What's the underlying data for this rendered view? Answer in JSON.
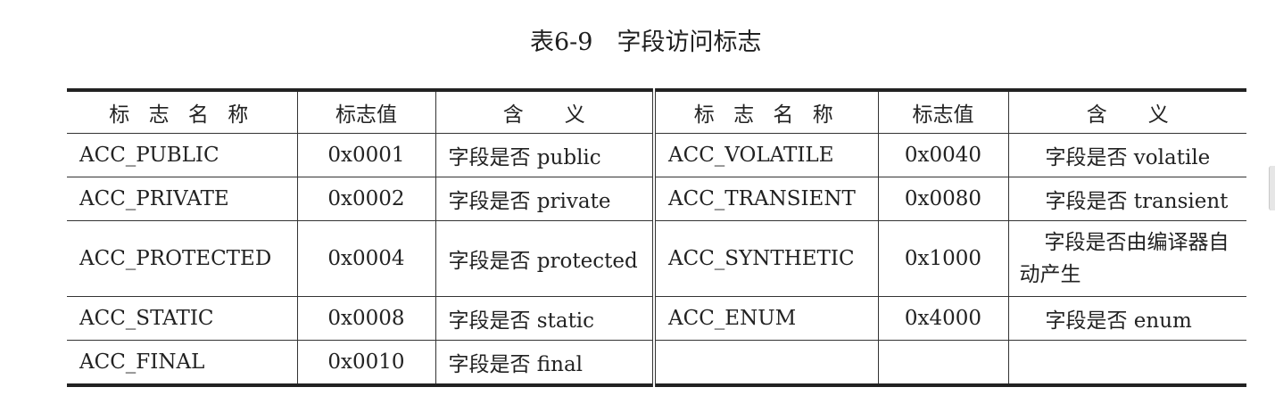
{
  "caption": "表6-9　字段访问标志",
  "columns": {
    "name": "标 志 名 称",
    "value": "标志值",
    "meaning": "含　　义"
  },
  "rows": [
    {
      "left": {
        "name": "ACC_PUBLIC",
        "value": "0x0001",
        "meaning": "字段是否 public"
      },
      "right": {
        "name": "ACC_VOLATILE",
        "value": "0x0040",
        "meaning": "字段是否 volatile"
      }
    },
    {
      "left": {
        "name": "ACC_PRIVATE",
        "value": "0x0002",
        "meaning": "字段是否 private"
      },
      "right": {
        "name": "ACC_TRANSIENT",
        "value": "0x0080",
        "meaning": "字段是否 transient"
      }
    },
    {
      "left": {
        "name": "ACC_PROTECTED",
        "value": "0x0004",
        "meaning": "字段是否 protected"
      },
      "right": {
        "name": "ACC_SYNTHETIC",
        "value": "0x1000",
        "meaning": "字段是否由编译器自动产生"
      }
    },
    {
      "left": {
        "name": "ACC_STATIC",
        "value": "0x0008",
        "meaning": "字段是否 static"
      },
      "right": {
        "name": "ACC_ENUM",
        "value": "0x4000",
        "meaning": "字段是否 enum"
      }
    },
    {
      "left": {
        "name": "ACC_FINAL",
        "value": "0x0010",
        "meaning": "字段是否 final"
      },
      "right": {
        "name": "",
        "value": "",
        "meaning": ""
      }
    }
  ]
}
